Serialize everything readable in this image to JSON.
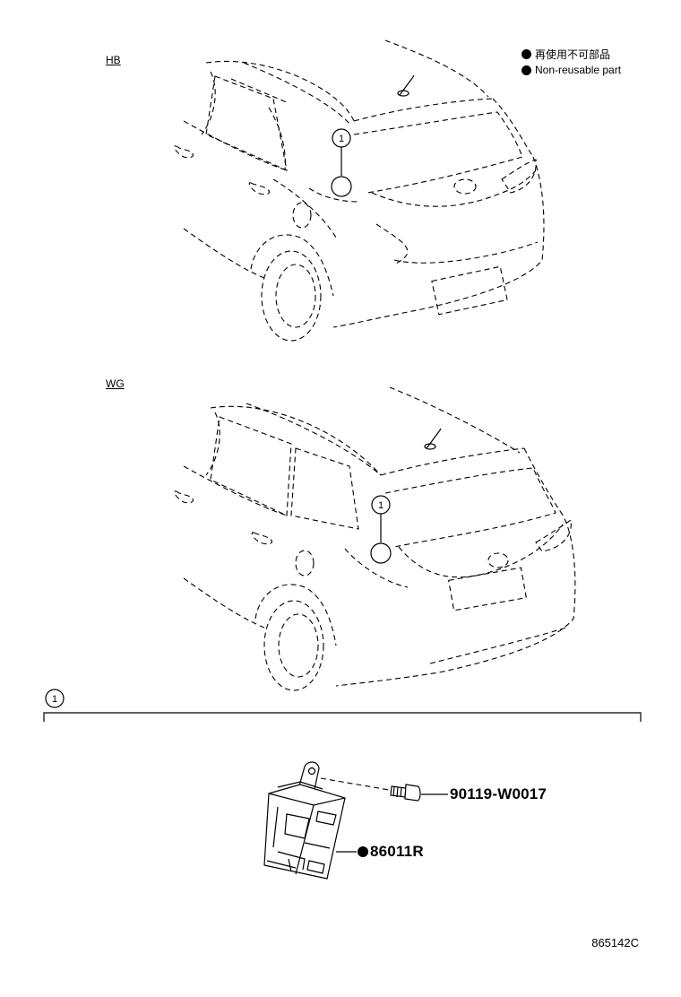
{
  "legend": {
    "jp_label": "再使用不可部品",
    "en_label": "Non-reusable part"
  },
  "variants": {
    "top": "HB",
    "bottom": "WG"
  },
  "callout": "1",
  "section_ref": "1",
  "parts": {
    "bolt": "90119-W0017",
    "module": "86011R"
  },
  "drawing_number": "865142C"
}
